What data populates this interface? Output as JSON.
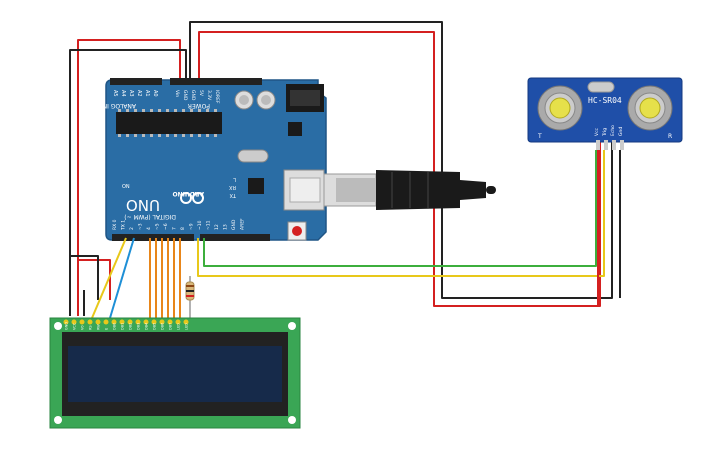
{
  "colors": {
    "board": "#2a6da5",
    "board_edge": "#1f5585",
    "lcd_pcb": "#3aa655",
    "lcd_screen": "#162a4a",
    "sensor_pcb": "#1f4fa8",
    "wire_red": "#d42020",
    "wire_black": "#222222",
    "wire_yellow": "#e8c81a",
    "wire_green": "#3cae3c",
    "wire_blue": "#1e8fd6",
    "wire_orange": "#e8861a"
  },
  "arduino": {
    "power_label": "POWER",
    "analog_label": "ANALOG IN",
    "analog_pins": [
      "A5",
      "A4",
      "A3",
      "A2",
      "A1",
      "A0"
    ],
    "power_pins": [
      "Vin",
      "GND",
      "GND",
      "5V",
      "3.3V",
      "IOREF"
    ],
    "digital_label": "DIGITAL (PWM ~)",
    "digital_pins": [
      "RX 0",
      "TX 1",
      "2",
      "~3",
      "4",
      "~5",
      "~6",
      "7",
      "8",
      "~9",
      "~10",
      "~11",
      "12",
      "13",
      "GND",
      "AREF"
    ],
    "brand": "ARDUINO",
    "model": "UNO",
    "on_led": "ON",
    "tx_led": "TX",
    "rx_led": "RX",
    "l_led": "L"
  },
  "sensor": {
    "model": "HC-SR04",
    "left_label": "T",
    "right_label": "R",
    "pins": [
      "Vcc",
      "Trig",
      "Echo",
      "Gnd"
    ]
  },
  "lcd": {
    "pins": [
      "GND",
      "VCC",
      "V0",
      "RS",
      "RW",
      "E",
      "DB0",
      "DB1",
      "DB2",
      "DB3",
      "DB4",
      "DB5",
      "DB6",
      "DB7",
      "LED",
      "LED"
    ]
  },
  "icons": [
    "usb-cable-icon",
    "resistor-icon",
    "reset-button-icon",
    "power-jack-icon",
    "arduino-logo-icon"
  ]
}
